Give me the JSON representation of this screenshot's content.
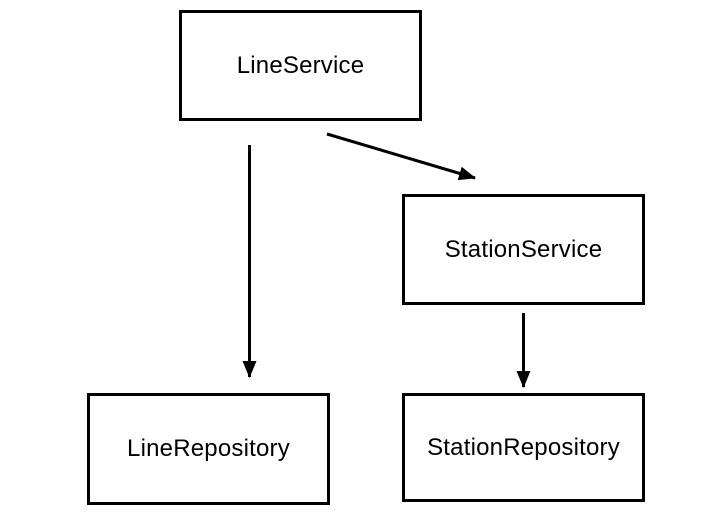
{
  "diagram": {
    "nodes": [
      {
        "id": "line-service",
        "label": "LineService"
      },
      {
        "id": "station-service",
        "label": "StationService"
      },
      {
        "id": "line-repository",
        "label": "LineRepository"
      },
      {
        "id": "station-repository",
        "label": "StationRepository"
      }
    ],
    "edges": [
      {
        "from": "LineService",
        "to": "LineRepository",
        "type": "arrow"
      },
      {
        "from": "LineService",
        "to": "StationService",
        "type": "arrow"
      },
      {
        "from": "StationService",
        "to": "StationRepository",
        "type": "arrow"
      }
    ],
    "colors": {
      "background": "#ffffff",
      "stroke": "#000000",
      "text": "#000000"
    }
  }
}
